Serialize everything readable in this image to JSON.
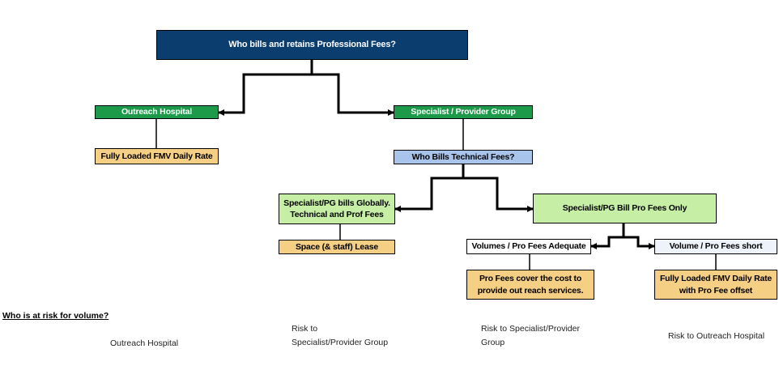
{
  "nodes": {
    "root": "Who bills and retains Professional Fees?",
    "outreach_hospital": "Outreach Hospital",
    "specialist_group": "Specialist / Provider Group",
    "fully_loaded_rate": "Fully Loaded FMV Daily Rate",
    "who_bills_technical": "Who Bills Technical Fees?",
    "bills_globally": "Specialist/PG bills Globally.\nTechnical and Prof Fees",
    "bill_pro_fees_only": "Specialist/PG Bill Pro Fees Only",
    "space_lease": "Space (& staff) Lease",
    "volumes_adequate": "Volumes / Pro Fees Adequate",
    "volume_short": "Volume / Pro Fees short",
    "pro_fees_cover": "Pro Fees cover the cost to\nprovide out reach services.",
    "fully_loaded_offset": "Fully Loaded FMV Daily Rate\nwith Pro Fee offset"
  },
  "risk": {
    "title": "Who is at risk for volume?",
    "col1": "Outreach Hospital",
    "col2": "Risk to\nSpecialist/Provider Group",
    "col3": "Risk to Specialist/Provider\nGroup",
    "col4": "Risk to Outreach Hospital"
  },
  "colors": {
    "navy": "#0b3d6e",
    "green": "#1c9a4a",
    "light_green": "#c6efa5",
    "tan": "#f5cf84",
    "light_blue": "#a9c4ea"
  }
}
